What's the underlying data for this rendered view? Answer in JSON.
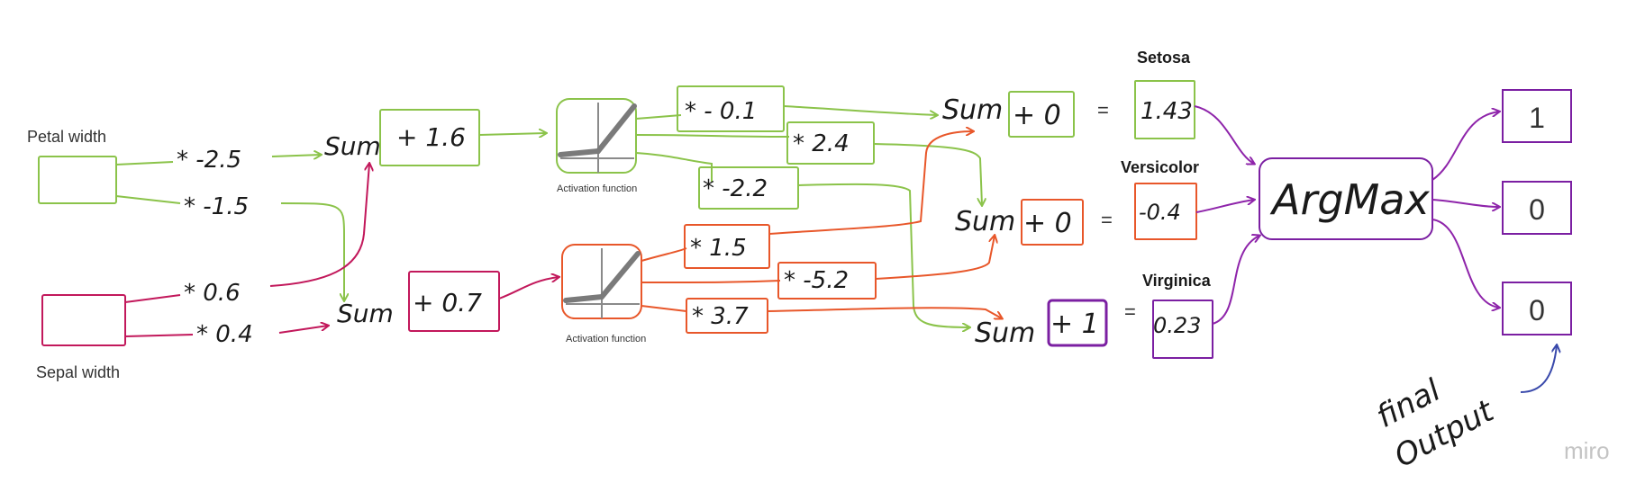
{
  "inputs": {
    "petal_label": "Petal width",
    "sepal_label": "Sepal width"
  },
  "input_weights": {
    "petal_w1": "* -2.5",
    "petal_w2": "* -1.5",
    "sepal_w1": "* 0.6",
    "sepal_w2": "* 0.4"
  },
  "hidden": {
    "sum_label": "Sum",
    "bias_top": "+ 1.6",
    "bias_bottom": "+ 0.7",
    "activation_label": "Activation function"
  },
  "output_weights": {
    "w_top_1": "* - 0.1",
    "w_top_2": "* 2.4",
    "w_top_3": "* -2.2",
    "w_bot_1": "* 1.5",
    "w_bot_2": "* -5.2",
    "w_bot_3": "* 3.7"
  },
  "outputs": {
    "sum_label": "Sum",
    "bias_1": "+ 0",
    "bias_2": "+ 0",
    "bias_3": "+ 1",
    "equals": "=",
    "setosa_label": "Setosa",
    "versicolor_label": "Versicolor",
    "virginica_label": "Virginica",
    "setosa_value": "1.43",
    "versicolor_value": "-0.4",
    "virginica_value": "0.23"
  },
  "argmax": {
    "label": "ArgMax",
    "results": [
      "1",
      "0",
      "0"
    ]
  },
  "annotation": {
    "line1": "final",
    "line2": "Output"
  },
  "watermark": "miro",
  "colors": {
    "green": "#8BC34A",
    "pink": "#C2185B",
    "orange": "#E8572A",
    "purple": "#7B1FA2",
    "blue": "#3949AB",
    "gray": "#7a7a7a"
  }
}
